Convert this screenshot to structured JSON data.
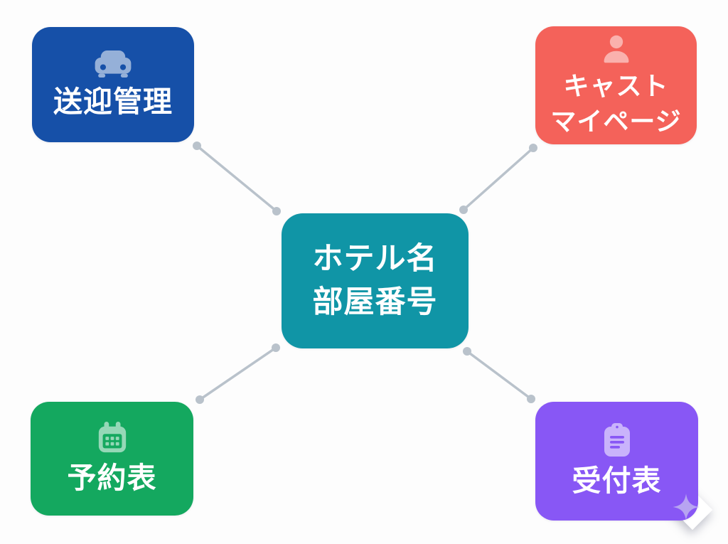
{
  "page": {
    "background": "#fdfdfd"
  },
  "diagram": {
    "connector_color": "#b9c2cb",
    "center_node": {
      "line1": "ホテル名",
      "line2": "部屋番号",
      "color": "#1095a6"
    },
    "nodes": {
      "pickup": {
        "label": "送迎管理",
        "color": "#1650a8",
        "icon": "car-icon"
      },
      "cast": {
        "line1": "キャスト",
        "line2": "マイページ",
        "color": "#f4625a",
        "icon": "person-icon"
      },
      "reservation": {
        "label": "予約表",
        "color": "#14a85f",
        "icon": "calendar-icon"
      },
      "reception": {
        "label": "受付表",
        "color": "#8857f5",
        "icon": "clipboard-icon"
      }
    },
    "decoration": {
      "sparkle_color": "#b7a4f1"
    }
  }
}
